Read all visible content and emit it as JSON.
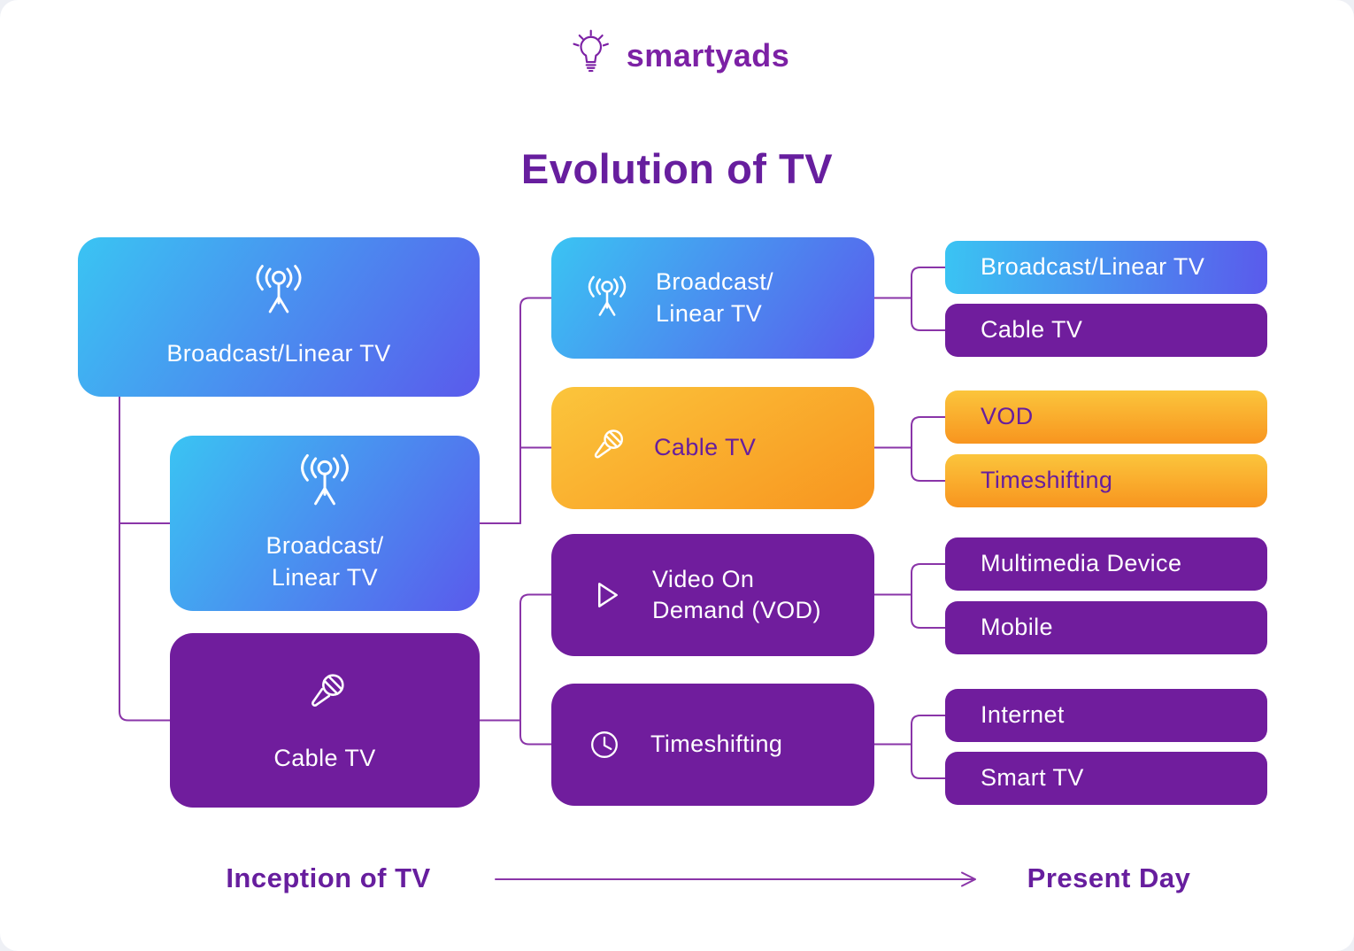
{
  "logo": {
    "name": "smartyads",
    "icon": "lightbulb"
  },
  "title": "Evolution of TV",
  "timeline": {
    "start": "Inception of TV",
    "end": "Present Day"
  },
  "col1": [
    {
      "label": "Broadcast/Linear TV",
      "icon": "antenna",
      "variant": "blue"
    },
    {
      "label": "Broadcast/\nLinear TV",
      "icon": "antenna",
      "variant": "blue"
    },
    {
      "label": "Cable TV",
      "icon": "microphone",
      "variant": "purple"
    }
  ],
  "col2": [
    {
      "label": "Broadcast/\nLinear TV",
      "icon": "antenna",
      "variant": "blue"
    },
    {
      "label": "Cable TV",
      "icon": "microphone",
      "variant": "orange"
    },
    {
      "label": "Video On\nDemand (VOD)",
      "icon": "play",
      "variant": "purple"
    },
    {
      "label": "Timeshifting",
      "icon": "clock",
      "variant": "purple"
    }
  ],
  "col3": [
    {
      "label": "Broadcast/Linear TV",
      "variant": "blue"
    },
    {
      "label": "Cable TV",
      "variant": "purple"
    },
    {
      "label": "VOD",
      "variant": "orange"
    },
    {
      "label": "Timeshifting",
      "variant": "orange"
    },
    {
      "label": "Multimedia Device",
      "variant": "purple"
    },
    {
      "label": "Mobile",
      "variant": "purple"
    },
    {
      "label": "Internet",
      "variant": "purple"
    },
    {
      "label": "Smart TV",
      "variant": "purple"
    }
  ],
  "colors": {
    "accent_text": "#671E9E",
    "logo_purple": "#7C21A5",
    "purple_box": "#701D9D",
    "connector": "#8A35A8",
    "blue_grad_start": "#3AC4F3",
    "blue_grad_end": "#5A5AEC",
    "orange_grad_start": "#FBC53C",
    "orange_grad_end": "#F8951F"
  }
}
